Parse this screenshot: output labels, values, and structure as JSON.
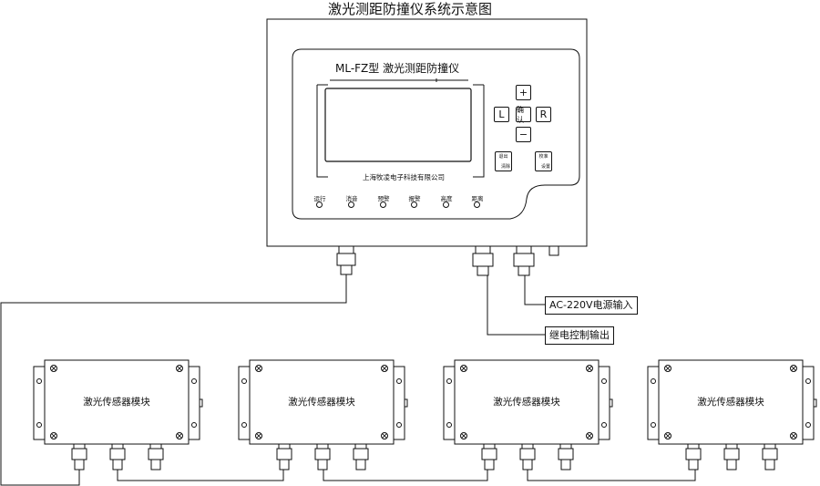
{
  "diagram": {
    "title": "激光测距防撞仪系统示意图",
    "panel": {
      "model_label": "ML-FZ型    激光测距防撞仪",
      "company": "上海牧凌电子科技有限公司",
      "keys": {
        "plus": "+",
        "minus": "−",
        "left": "L",
        "right": "R",
        "confirm": "确认"
      },
      "fn_key_1": {
        "top": "退出",
        "bottom": "清除"
      },
      "fn_key_2": {
        "top": "校准",
        "bottom": "设置"
      },
      "indicators": [
        "运行",
        "消音",
        "预警",
        "报警",
        "高度",
        "距离"
      ]
    },
    "callouts": {
      "power": "AC-220V电源输入",
      "relay": "继电控制输出"
    },
    "modules": [
      "激光传感器模块",
      "激光传感器模块",
      "激光传感器模块",
      "激光传感器模块"
    ]
  }
}
